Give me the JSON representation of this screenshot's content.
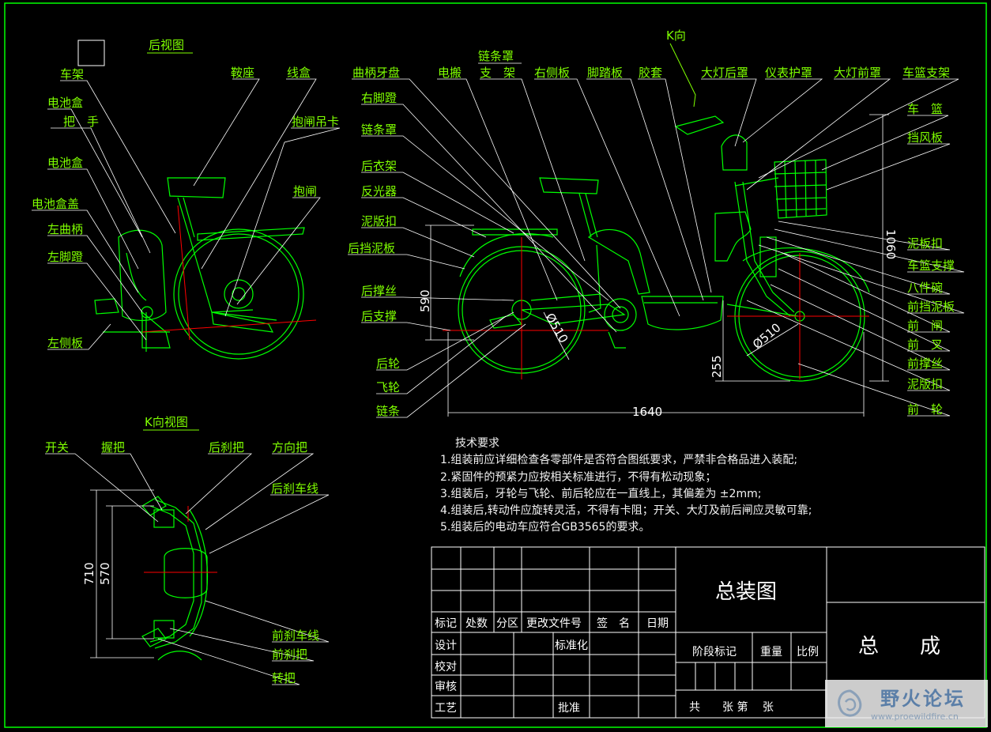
{
  "views": {
    "rear_title": "后视图",
    "k_view_title": "K向视图",
    "k_arrow": "K向"
  },
  "rear_labels": [
    "车架",
    "电池盒",
    "把　手",
    "电池盒",
    "电池盒盖",
    "左曲柄",
    "左脚蹬",
    "左侧板",
    "鞍座",
    "线盒",
    "抱闸吊卡",
    "抱闸"
  ],
  "side_labels": [
    "曲柄牙盘",
    "链条罩",
    "电搬",
    "支　架",
    "右侧板",
    "脚踏板",
    "胶套",
    "大灯后罩",
    "仪表护罩",
    "大灯前罩",
    "车篮支架",
    "右脚蹬",
    "链条罩",
    "后衣架",
    "反光器",
    "泥版扣",
    "后挡泥板",
    "后撑丝",
    "后支撑",
    "后轮",
    "飞轮",
    "链条",
    "车　篮",
    "挡风板",
    "泥板扣",
    "车篮支撑",
    "八件碗",
    "前挡泥板",
    "前　闸",
    "前　叉",
    "前撑丝",
    "泥版扣",
    "前　轮"
  ],
  "k_labels": [
    "开关",
    "握把",
    "后刹把",
    "方向把",
    "后刹车线",
    "前刹车线",
    "前刹把",
    "转把"
  ],
  "dimensions": [
    "1060",
    "590",
    "255",
    "1640",
    "Ø510",
    "Ø510",
    "710",
    "570"
  ],
  "tech": {
    "title": "技术要求",
    "items": [
      "1.组装前应详细检查各零部件是否符合图纸要求，严禁非合格品进入装配;",
      "2.紧固件的预紧力应按相关标准进行，不得有松动现象；",
      "3.组装后，牙轮与飞轮、前后轮应在一直线上，其偏差为 ±2mm;",
      "4.组装后,转动件应旋转灵活，不得有卡阻；开关、大灯及前后闸应灵敏可靠;",
      "5.组装后的电动车应符合GB3565的要求。"
    ]
  },
  "title_block": {
    "header_cells": [
      "标记",
      "处数",
      "分区",
      "更改文件号",
      "签　名",
      "日期"
    ],
    "roles": [
      "设计",
      "校对",
      "审核",
      "工艺"
    ],
    "standardize": "标准化",
    "approve": "批准",
    "drawing_name": "总装图",
    "stage": "阶段标记",
    "weight": "重量",
    "scale": "比例",
    "sheets": "共　　张 第　 张",
    "part_name": "总　　成"
  },
  "watermark": {
    "title": "野火论坛",
    "url": "www.proewildfire.cn"
  },
  "colors": {
    "background": "#000000",
    "drawing": "#00ff00",
    "labels": "#7fff00",
    "dimension": "#ffffff",
    "centerline": "#ff0000",
    "frame": "#00ff00"
  }
}
